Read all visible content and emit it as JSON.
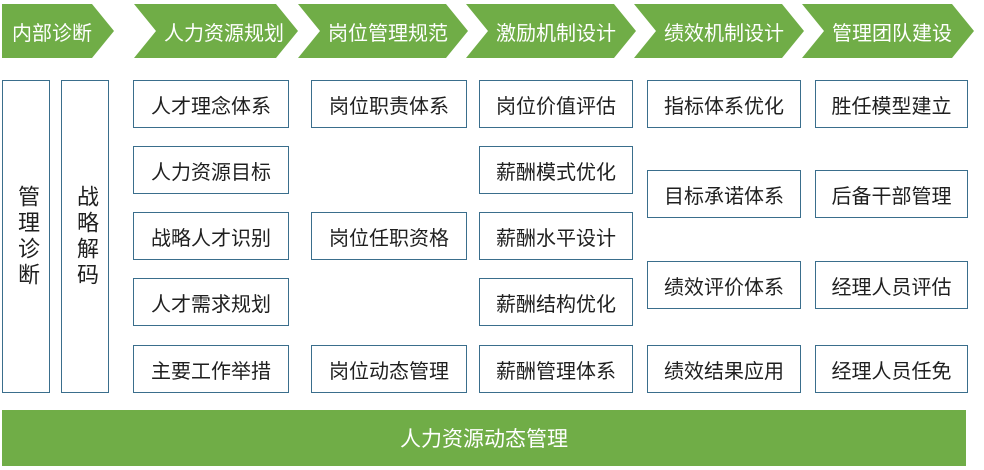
{
  "stages": [
    "内部诊断",
    "人力资源规划",
    "岗位管理规范",
    "激励机制设计",
    "绩效机制设计",
    "管理团队建设"
  ],
  "diagnosis": {
    "left": "管理诊断",
    "right": "战略解码"
  },
  "hr_planning": [
    "人才理念体系",
    "人力资源目标",
    "战略人才识别",
    "人才需求规划",
    "主要工作举措"
  ],
  "position_mgmt": [
    "岗位职责体系",
    "岗位任职资格",
    "岗位动态管理"
  ],
  "incentive": [
    "岗位价值评估",
    "薪酬模式优化",
    "薪酬水平设计",
    "薪酬结构优化",
    "薪酬管理体系"
  ],
  "performance": [
    "指标体系优化",
    "目标承诺体系",
    "绩效评价体系",
    "绩效结果应用"
  ],
  "team_building": [
    "胜任模型建立",
    "后备干部管理",
    "经理人员评估",
    "经理人员任免"
  ],
  "footer": "人力资源动态管理",
  "colors": {
    "accent": "#70ad47",
    "border": "#3a6e8c"
  }
}
